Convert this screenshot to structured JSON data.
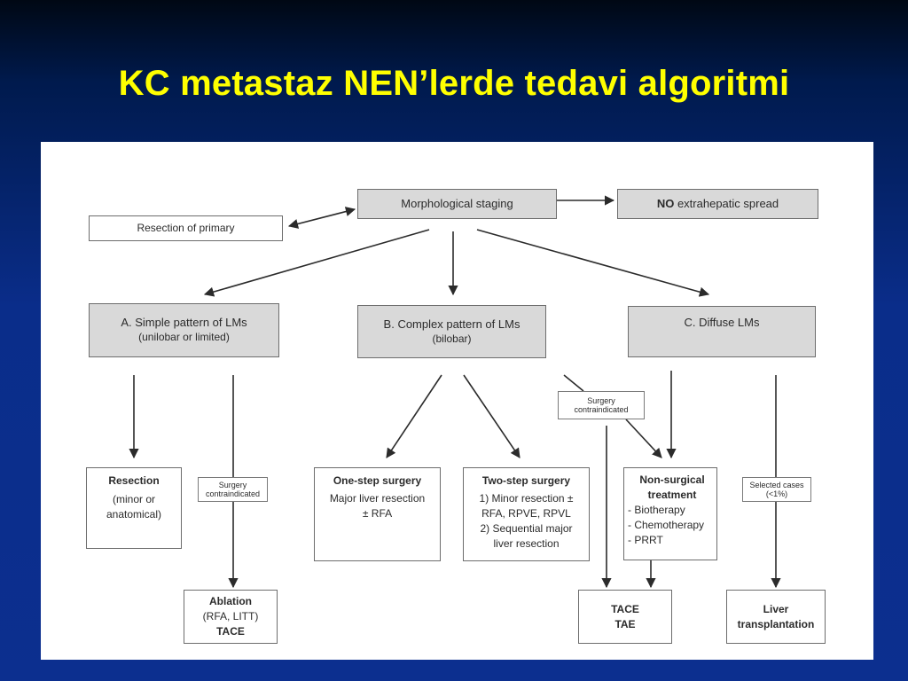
{
  "slide": {
    "title": "KC metastaz NEN’lerde tedavi algoritmi"
  },
  "diagram": {
    "morphological_staging": "Morphological staging",
    "no_extrahepatic": {
      "bold": "NO",
      "rest": " extrahepatic spread"
    },
    "resection_of_primary": "Resection of primary",
    "simple": {
      "title": "A. Simple pattern of LMs",
      "subtitle": "(unilobar or limited)"
    },
    "complex": {
      "title": "B. Complex pattern of LMs",
      "subtitle": "(bilobar)"
    },
    "diffuse": {
      "title": "C. Diffuse LMs"
    },
    "surgery_contraindicated_left": [
      "Surgery",
      "contraindicated"
    ],
    "surgery_contraindicated_mid": [
      "Surgery",
      "contraindicated"
    ],
    "selected_cases": [
      "Selected cases",
      "(<1%)"
    ],
    "resection": {
      "title": "Resection",
      "lines": [
        "(minor or",
        "anatomical)"
      ]
    },
    "one_step": {
      "title": "One-step surgery",
      "lines": [
        "Major liver resection",
        "± RFA"
      ]
    },
    "two_step": {
      "title": "Two-step surgery",
      "lines": [
        "1) Minor resection ±",
        "RFA, RPVE, RPVL",
        "2) Sequential major",
        "liver resection"
      ]
    },
    "non_surgical": {
      "title": [
        "Non-surgical",
        "treatment"
      ],
      "items": [
        "- Biotherapy",
        "- Chemotherapy",
        "- PRRT"
      ]
    },
    "ablation": {
      "title": "Ablation",
      "lines": [
        "(RFA, LITT)",
        "TACE"
      ]
    },
    "tace": {
      "lines": [
        "TACE",
        "TAE"
      ]
    },
    "liver_transplant": {
      "lines": [
        "Liver",
        "transplantation"
      ]
    }
  }
}
